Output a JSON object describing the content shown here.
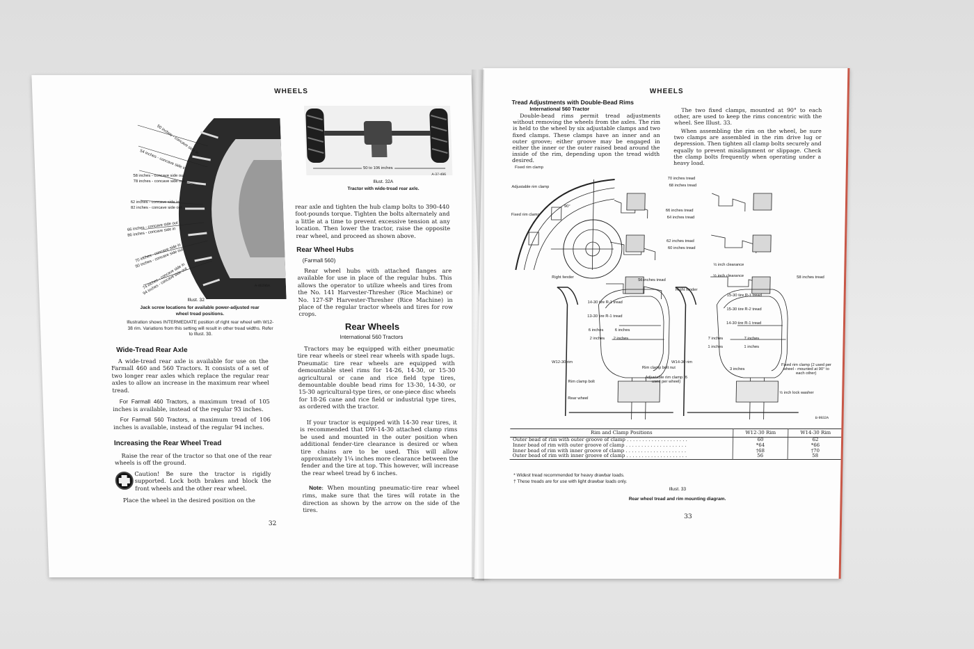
{
  "left": {
    "header": "WHEELS",
    "tire_labels": [
      "50 inches - concave side in",
      "54 inches - concave side in",
      "58 inches - concave side out",
      "62 inches - concave side in",
      "66 inches - concave side out",
      "70 inches - concave side in",
      "74 inches - concave side in",
      "78 inches - concave side out",
      "82 inches - concave side out",
      "86 inches - concave side in",
      "90 inches - concave side out",
      "94 inches - concave side out"
    ],
    "tire_code": "A-46298A",
    "illust32_label": "Illust. 32",
    "illust32_caption": "Jack screw locations for available power-adjusted rear wheel tread positions.",
    "illust32_note": "Illustration shows INTERMEDIATE position of right rear wheel with W12-38 rim. Variations from this setting will result in other tread widths. Refer to Illust. 30.",
    "photo_dim": "50 to 106 inches",
    "photo_code": "A-37-496",
    "illust32a_label": "Illust. 32A",
    "illust32a_caption": "Tractor with wide-tread rear axle.",
    "col2_cont": "rear axle and tighten the hub clamp bolts to 390-440 foot-pounds torque. Tighten the bolts alternately and a little at a time to prevent excessive tension at any location. Then lower the tractor, raise the opposite rear wheel, and proceed as shown above.",
    "hubs_heading": "Rear Wheel Hubs",
    "hubs_sub": "(Farmall 560)",
    "hubs_text": "Rear wheel hubs with attached flanges are available for use in place of the regular hubs. This allows the operator to utilize wheels and tires from the No. 141 Harvester-Thresher (Rice Machine) or No. 127-SP Harvester-Thresher (Rice Machine) in place of the regular tractor wheels and tires for row crops.",
    "rear_heading": "Rear Wheels",
    "rear_sub": "International 560 Tractors",
    "rear_text1": "Tractors may be equipped with either pneumatic tire rear wheels or steel rear wheels with spade lugs. Pneumatic tire rear wheels are equipped with demountable steel rims for 14-26, 14-30, or 15-30 agricultural or cane and rice field type tires, demountable double bead rims for 13-30, 14-30, or 15-30 agricultural-type tires, or one-piece disc wheels for 18-26 cane and rice field or industrial type tires, as ordered with the tractor.",
    "rear_text2": "If your tractor is equipped with 14-30 rear tires, it is recommended that DW-14-30 attached clamp rims be used and mounted in the outer position when additional fender-tire clearance is desired or when tire chains are to be used. This will allow approximately 1¼ inches more clearance between the fender and the tire at top. This however, will increase the rear wheel tread by 6 inches.",
    "note_label": "Note",
    "note_text": ": When mounting pneumatic-tire rear wheel rims, make sure that the tires will rotate in the direction as shown by the arrow on the side of the tires.",
    "wide_heading": "Wide-Tread Rear Axle",
    "wide_text": "A wide-tread rear axle is available for use on the Farmall 460 and 560 Tractors. It consists of a set of two longer rear axles which replace the regular rear axles to allow an increase in the maximum rear wheel tread.",
    "f460_label": "For Farmall 460 Tractors",
    "f460_text": ", a maximum tread of 105 inches is available, instead of the regular 93 inches.",
    "f560_label": "For Farmall 560 Tractors",
    "f560_text": ", a maximum tread of 106 inches is available, instead of the regular 94 inches.",
    "incr_heading": "Increasing the Rear Wheel Tread",
    "incr_text": "Raise the rear of the tractor so that one of the rear wheels is off the ground.",
    "caution_text": "Caution! Be sure the tractor is rigidly supported. Lock both brakes and block the front wheels and the other rear wheel.",
    "place_text": "Place the wheel in the desired position on the",
    "page_number": "32"
  },
  "right": {
    "header": "WHEELS",
    "tread_heading": "Tread Adjustments with Double-Bead Rims",
    "tread_sub": "International 560 Tractor",
    "tread_text": "Double-bead rims permit tread adjustments without removing the wheels from the axles. The rim is held to the wheel by six adjustable clamps and two fixed clamps. These clamps have an inner and an outer groove; either groove may be engaged in either the inner or the outer raised bead around the inside of the rim, depending upon the tread width desired.",
    "fixed_text": "The two fixed clamps, mounted at 90° to each other, are used to keep the rims concentric with the wheel. See Illust. 33.",
    "assemble_text": "When assembling the rim on the wheel, be sure two clamps are assembled in the rim drive lug or depression. Then tighten all clamp bolts securely and equally to prevent misalignment or slippage. Check the clamp bolts frequently when operating under a heavy load.",
    "diagram_labels": {
      "fixed_rim_clamp": "Fixed rim clamp",
      "adjustable_rim_clamp": "Adjustable rim clamp",
      "degrees": "90°",
      "fixed_rim_clamp2": "Fixed rim clamp",
      "t70": "70 inches tread",
      "t68": "68 inches tread",
      "t66": "66 inches tread",
      "t64": "64 inches tread",
      "t62": "62 inches tread",
      "t60": "60 inches tread",
      "t56": "56 inches tread",
      "t58": "58 inches tread",
      "clear1": "½ inch clearance",
      "clear2": "½ inch clearance",
      "right_fender": "Right fender",
      "right_fender2": "Right fender",
      "tire1430": "14-30 tire R-1 tread",
      "tire1330": "13-30 tire R-1 tread",
      "tire1530": "15-30 tire R-1 tread",
      "tire1530b": "15-30 tire R-2 tread",
      "tire1430b": "14-30 tire R-1 tread",
      "six_in": "6 inches",
      "six_in2": "6 inches",
      "two_in": "2 inches",
      "two_in2": "2 inches",
      "seven_in": "7 inches",
      "seven_in2": "7 inches",
      "one_in": "1 inches",
      "one_in2": "1 inches",
      "w12": "W12-30 rim",
      "w14": "W14-30 rim",
      "bolt_nut": "Rim clamp bolt nut",
      "adj_clamp": "Adjustable rim clamp (6 used per wheel)",
      "rim_bolt": "Rim clamp bolt",
      "rear_wheel": "Rear wheel",
      "three_in": "3 inches",
      "fixed_clamp2": "Fixed rim clamp (2 used per wheel - mounted at 90° to each other)",
      "lock_washer": "½ inch lock washer",
      "code": "B-9932A"
    },
    "table": {
      "headers": [
        "Rim and Clamp Positions",
        "W12-30 Rim",
        "W14-30 Rim"
      ],
      "rows": [
        {
          "label": "Outer bead of rim with outer groove of clamp",
          "w12": "60",
          "w14": "62"
        },
        {
          "label": "Inner bead of rim with outer groove of clamp",
          "w12": "*64",
          "w14": "*66"
        },
        {
          "label": "Inner bead of rim with inner groove of clamp",
          "w12": "†68",
          "w14": "†70"
        },
        {
          "label": "Outer bead of rim with inner groove of clamp",
          "w12": "56",
          "w14": "58"
        }
      ]
    },
    "footnote1": "* Widest tread recommended for heavy drawbar loads.",
    "footnote2": "† These treads are for use with light drawbar loads only.",
    "illust33_label": "Illust. 33",
    "illust33_caption": "Rear wheel tread and rim mounting diagram.",
    "page_number": "33"
  }
}
